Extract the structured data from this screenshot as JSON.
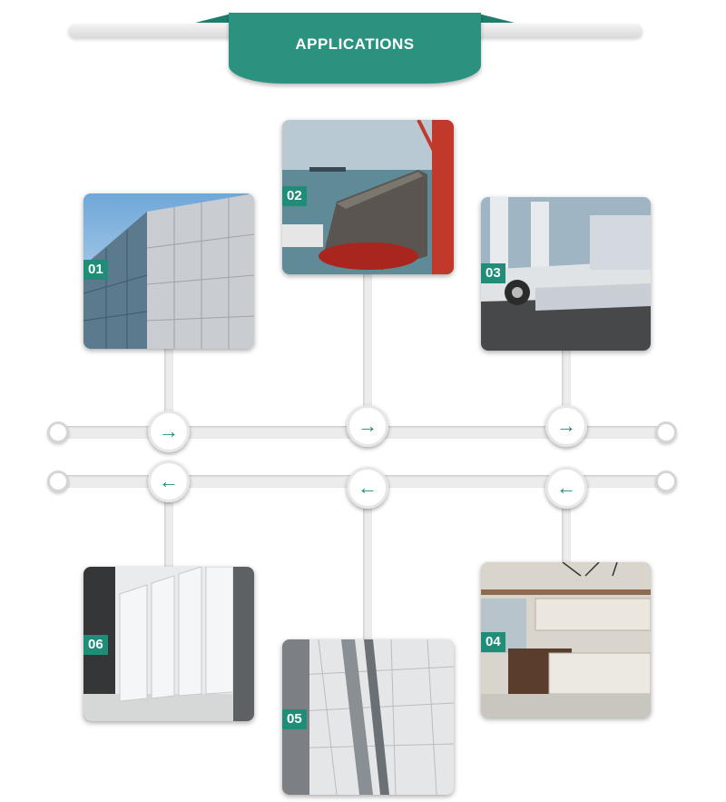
{
  "header": {
    "title": "APPLICATIONS"
  },
  "cards": [
    {
      "number": "01",
      "image": "building-facade-cladding"
    },
    {
      "number": "02",
      "image": "cargo-ship-port"
    },
    {
      "number": "03",
      "image": "aluminum-trailer"
    },
    {
      "number": "04",
      "image": "kitchen-cabinets"
    },
    {
      "number": "05",
      "image": "ceiling-panels"
    },
    {
      "number": "06",
      "image": "interior-wall-panels"
    }
  ],
  "arrows": {
    "forward": "→",
    "back": "←"
  },
  "colors": {
    "accent": "#2b9280",
    "accent_dark": "#1f7d6b",
    "track": "#ececec"
  }
}
